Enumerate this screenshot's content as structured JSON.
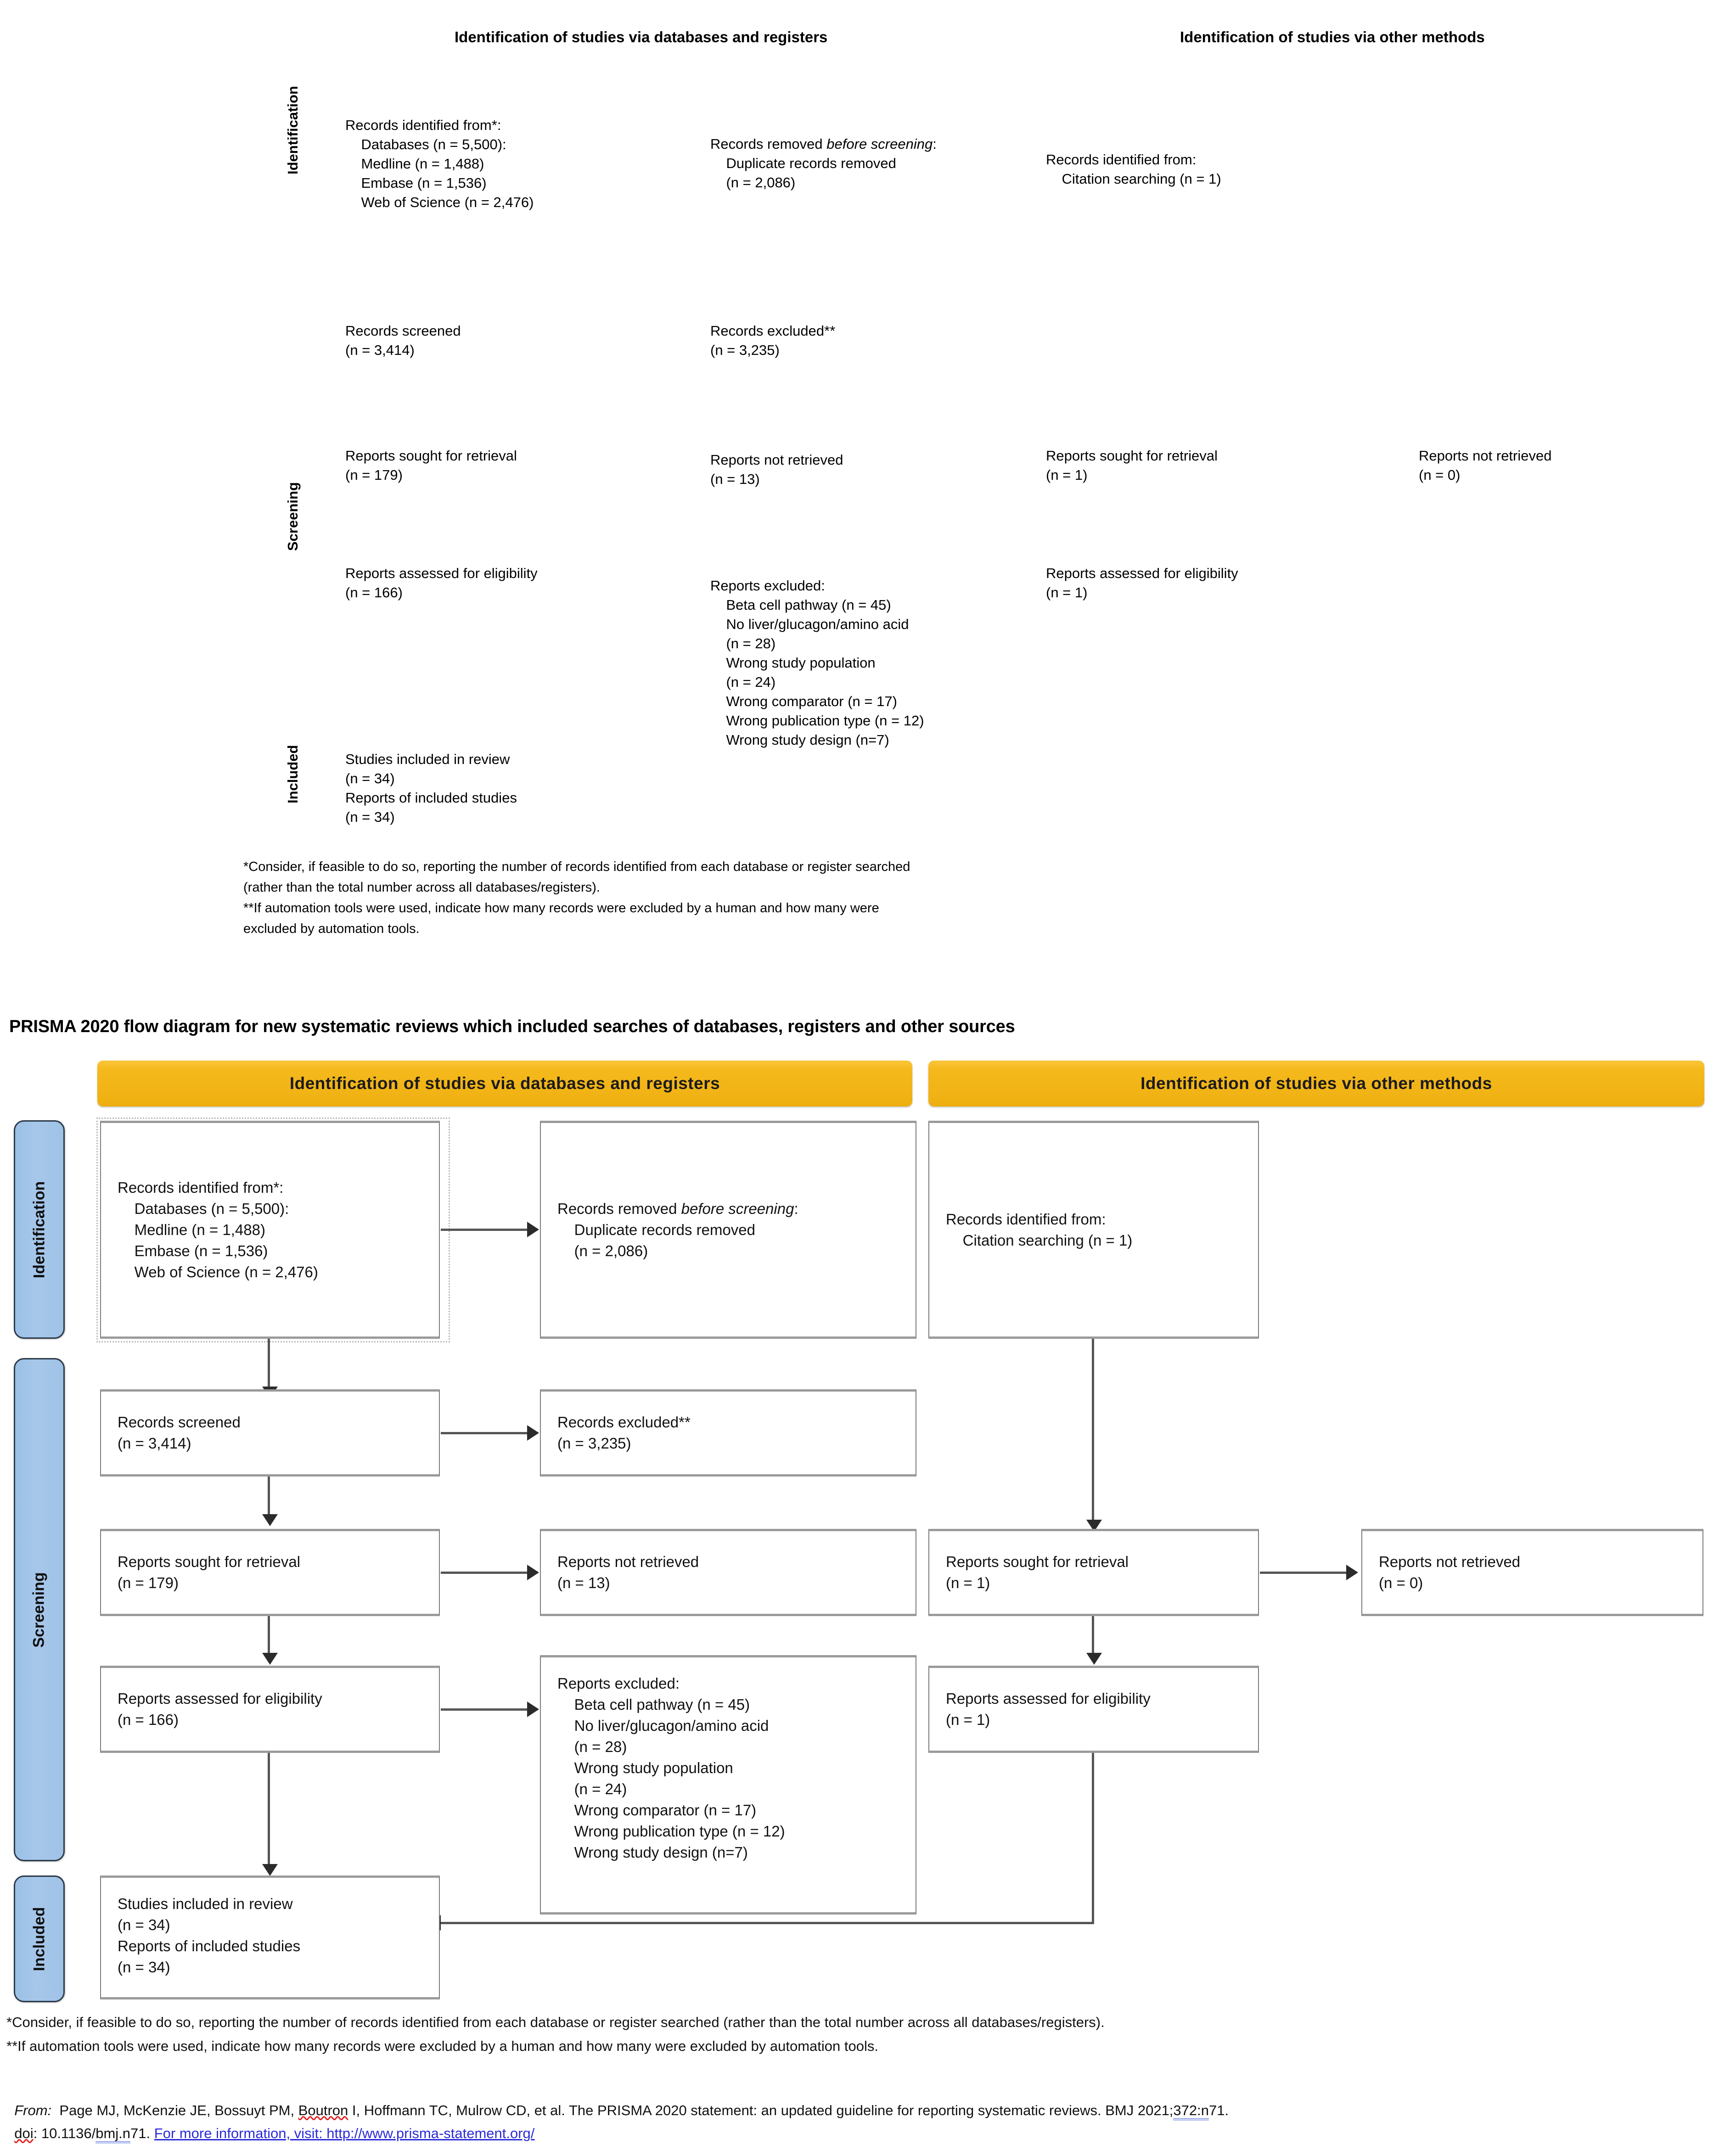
{
  "top_section": {
    "headers": {
      "databases": "Identification of studies via databases and registers",
      "other": "Identification of studies via other methods"
    },
    "stage_labels": {
      "identification": "Identification",
      "screening": "Screening",
      "included": "Included"
    },
    "boxes": {
      "records_identified": "Records identified from*:\n    Databases (n = 5,500):\n    Medline (n = 1,488)\n    Embase (n = 1,536)\n    Web of Science (n = 2,476)",
      "records_removed_pre": "Records removed ",
      "records_removed_pre_italic": "before screening",
      "records_removed_post": ":\n    Duplicate records removed\n    (n = 2,086)",
      "records_identified_other": "Records identified from:\n    Citation searching (n = 1)",
      "records_screened": "Records screened\n(n = 3,414)",
      "records_excluded": "Records excluded**\n(n = 3,235)",
      "reports_sought": "Reports sought for retrieval\n(n = 179)",
      "reports_not_retrieved": "Reports not retrieved\n(n = 13)",
      "reports_sought_other": "Reports sought for retrieval\n(n = 1)",
      "reports_not_retrieved_other": "Reports not retrieved\n(n = 0)",
      "reports_assessed": "Reports assessed for eligibility\n(n = 166)",
      "reports_excluded": "Reports excluded:\n    Beta cell pathway (n = 45)\n    No liver/glucagon/amino acid\n    (n = 28)\n    Wrong study population\n    (n = 24)\n    Wrong comparator (n = 17)\n    Wrong publication type (n = 12)\n    Wrong study design (n=7)",
      "reports_assessed_other": "Reports assessed for eligibility\n(n = 1)",
      "studies_included": "Studies included in review\n(n = 34)\nReports of included studies\n(n = 34)"
    },
    "notes": {
      "note1": "*Consider, if feasible to do so, reporting the number of records identified from each database or register searched\n(rather than the total number across all databases/registers).",
      "note2": "**If automation tools were used, indicate how many records were excluded by a human and how many were\nexcluded by automation tools."
    }
  },
  "diagram": {
    "title": "PRISMA 2020 flow diagram for new systematic reviews which included searches of databases, registers and other sources",
    "bars": {
      "databases": "Identification  of studies via databases and registers",
      "other": "Identification  of studies via other methods"
    },
    "sidebar": {
      "identification": "Identification",
      "screening": "Screening",
      "included": "Included"
    },
    "boxes": {
      "records_identified": "Records identified from*:\n    Databases (n = 5,500):\n    Medline (n = 1,488)\n    Embase (n = 1,536)\n    Web of Science (n = 2,476)",
      "records_removed_pre": "Records removed ",
      "records_removed_italic": "before screening",
      "records_removed_post": ":\n    Duplicate records removed\n    (n = 2,086)",
      "records_identified_other": "Records identified from:\n    Citation searching (n = 1)",
      "records_screened": "Records screened\n(n = 3,414)",
      "records_excluded": "Records excluded**\n(n = 3,235)",
      "reports_sought": "Reports sought for retrieval\n(n = 179)",
      "reports_not_retrieved": "Reports not retrieved\n(n = 13)",
      "reports_sought_other": "Reports sought for retrieval\n(n = 1)",
      "reports_not_retrieved_other": "Reports not retrieved\n(n = 0)",
      "reports_assessed": "Reports assessed for eligibility\n(n = 166)",
      "reports_excluded": "Reports excluded:\n    Beta cell pathway (n = 45)\n    No liver/glucagon/amino acid\n    (n = 28)\n    Wrong study population\n    (n = 24)\n    Wrong comparator (n = 17)\n    Wrong publication type (n = 12)\n    Wrong study design (n=7)",
      "reports_assessed_other": "Reports assessed for eligibility\n(n = 1)",
      "studies_included": "Studies included in review\n(n = 34)\nReports of included studies\n(n = 34)"
    },
    "notes": {
      "note1": "*Consider, if feasible to do so, reporting the number of records identified from each database or register searched (rather than the total number across all databases/registers).",
      "note2": "**If automation tools were used, indicate how many records were excluded by a human and how many were excluded by automation tools."
    },
    "citation": {
      "from_label": "From:",
      "line1_a": "  Page MJ, McKenzie JE, Bossuyt PM, ",
      "author_flagged": "Boutron",
      "line1_b": " I, Hoffmann TC, Mulrow CD, et al. The PRISMA 2020 statement: an updated guideline for reporting systematic reviews. BMJ 2021;",
      "volume_flagged": "372:n",
      "line1_c": "71.",
      "doi_label": "doi",
      "doi_a": ": 10.1136/",
      "doi_flagged": "bmj.n",
      "doi_b": "71. ",
      "visit_text": "For more information, visit: ",
      "url": "http://www.prisma-statement.org/"
    }
  },
  "colors": {
    "bar_orange": "#F5B91D",
    "sidebar_blue": "#A3C5E8",
    "link_blue": "#2B2BD8",
    "spell_red": "#E02020",
    "box_border": "#7B7B7B"
  }
}
